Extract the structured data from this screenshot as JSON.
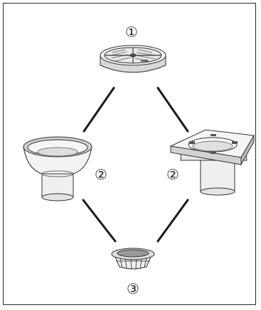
{
  "callouts": {
    "grate": "①",
    "round_body": "②",
    "square_body": "②",
    "basket": "③"
  },
  "colors": {
    "line": "#1a1a1a",
    "part_fill": "#f2f2f2",
    "part_shade": "#cfcfcf",
    "part_dark": "#8c8c8c"
  }
}
